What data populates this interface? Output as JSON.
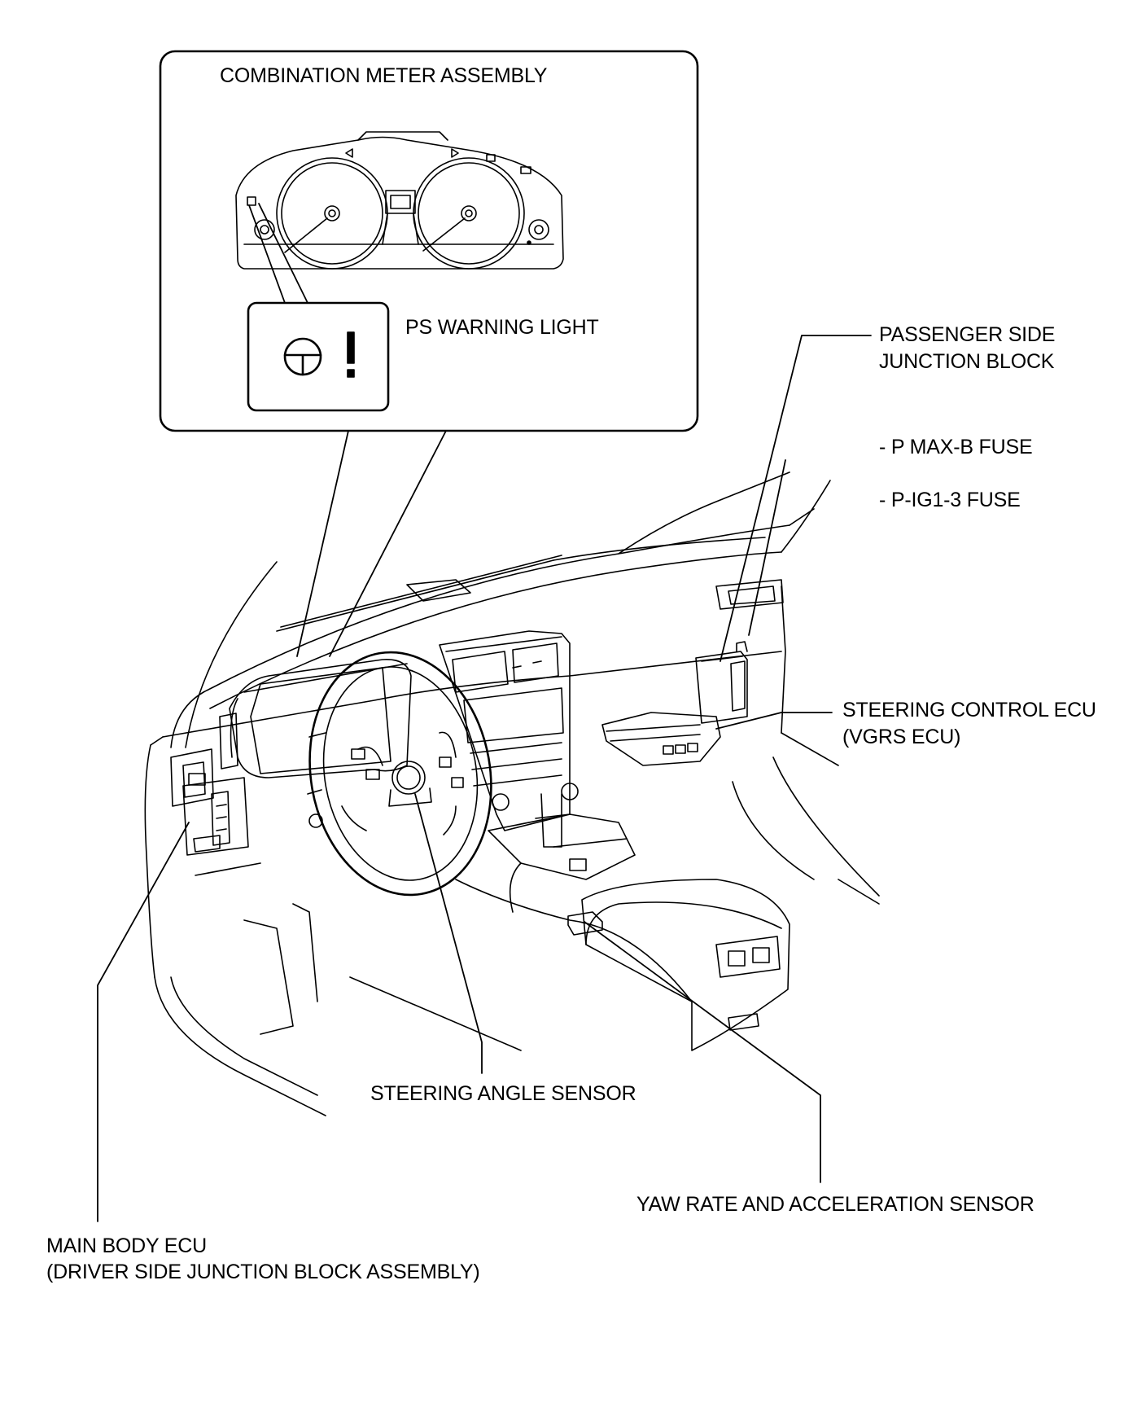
{
  "labels": {
    "combination_meter": "COMBINATION METER ASSEMBLY",
    "ps_warning_light": "PS WARNING LIGHT",
    "passenger_jb_line1": "PASSENGER SIDE",
    "passenger_jb_line2": "JUNCTION BLOCK",
    "fuse_pmaxb": "- P MAX-B FUSE",
    "fuse_pig13": "- P-IG1-3 FUSE",
    "steering_ecu_line1": "STEERING CONTROL ECU",
    "steering_ecu_line2": "(VGRS ECU)",
    "steering_angle_sensor": "STEERING ANGLE SENSOR",
    "yaw_rate_sensor": "YAW RATE AND ACCELERATION SENSOR",
    "main_body_line1": "MAIN BODY ECU",
    "main_body_line2": "(DRIVER SIDE JUNCTION BLOCK ASSEMBLY)"
  }
}
